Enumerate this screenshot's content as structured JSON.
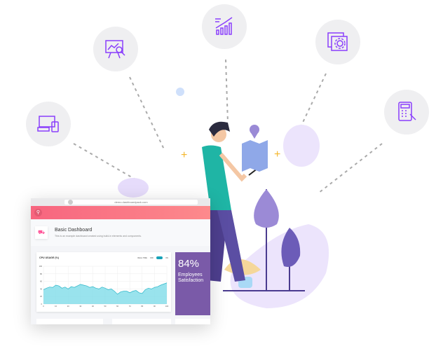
{
  "browser": {
    "url": "demo.dashboardpack.com"
  },
  "dashboard": {
    "title": "Basic Dashboard",
    "subtitle": "This is an example dashboard created using build-in elements and components.",
    "stat_value": "84%",
    "stat_label": "Employees Satisfaction"
  },
  "chart_data": {
    "type": "area",
    "title": "CPU USAGE (%)",
    "controls": {
      "label": "REAL TIME",
      "off": "OFF",
      "on": "ON"
    },
    "x": [
      0,
      2.5,
      5,
      7.5,
      10,
      12.5,
      15,
      17.5,
      20,
      22.5,
      25,
      27.5,
      30,
      32.5,
      35,
      37.5,
      40,
      42.5,
      45,
      47.5,
      50,
      52.5,
      55,
      57.5,
      60,
      62.5,
      65,
      67.5,
      70,
      72.5,
      75,
      77.5,
      80,
      82.5,
      85,
      87.5,
      90,
      92.5,
      95,
      100
    ],
    "values": [
      38,
      42,
      45,
      44,
      50,
      48,
      42,
      45,
      40,
      46,
      44,
      48,
      52,
      50,
      48,
      44,
      46,
      42,
      40,
      45,
      42,
      38,
      40,
      34,
      26,
      32,
      34,
      34,
      30,
      34,
      36,
      30,
      28,
      38,
      42,
      40,
      44,
      46,
      50,
      56
    ],
    "xticks": [
      "0",
      "10",
      "20",
      "30",
      "40",
      "50",
      "60",
      "70",
      "80",
      "90",
      "100"
    ],
    "yticks": [
      "0",
      "20",
      "40",
      "60",
      "80",
      "100"
    ],
    "xlim": [
      0,
      100
    ],
    "ylim": [
      0,
      100
    ],
    "color": "#7fdce8"
  },
  "icons": [
    "devices-icon",
    "presentation-analytics-icon",
    "growth-chart-icon",
    "settings-window-icon",
    "calculator-touch-icon"
  ],
  "colors": {
    "accent": "#8a3ffc",
    "header": "#f7657f",
    "purple_card": "#7a5aa8",
    "blob": "#e6dcfb"
  }
}
